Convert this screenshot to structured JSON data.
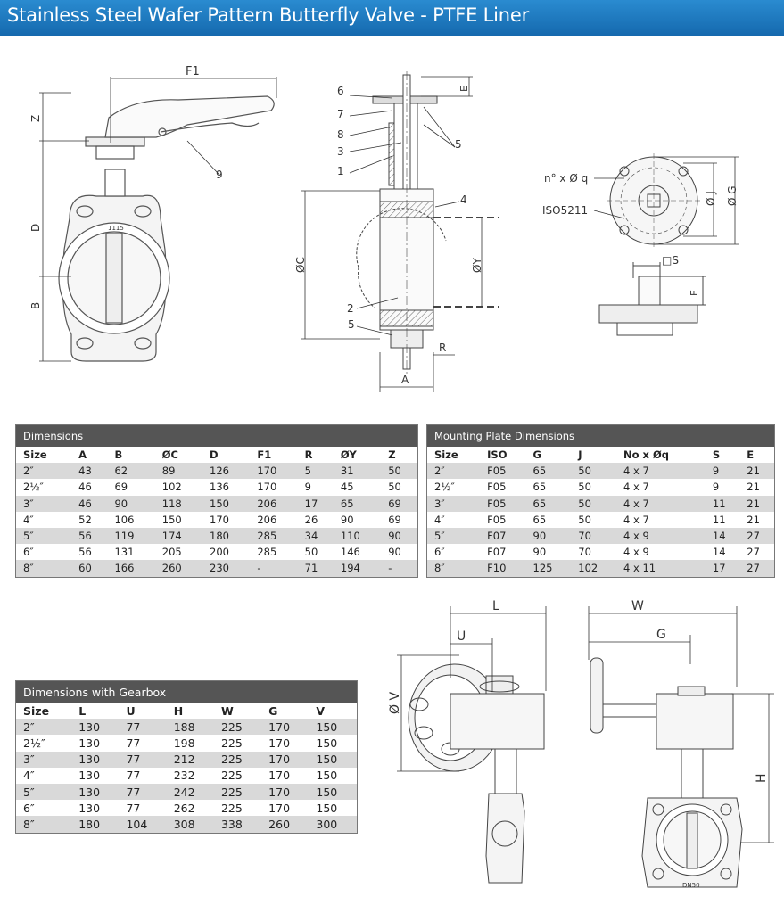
{
  "title": "Stainless Steel Wafer Pattern Butterfly Valve - PTFE Liner",
  "drawing_labels": {
    "f1": "F1",
    "z": "Z",
    "d": "D",
    "b": "B",
    "nine": "9",
    "six": "6",
    "seven": "7",
    "eight": "8",
    "three": "3",
    "one": "1",
    "five_top": "5",
    "four": "4",
    "oc": "ØC",
    "oy": "ØY",
    "two": "2",
    "five_bottom": "5",
    "r": "R",
    "a": "A",
    "e_top": "E",
    "nq": "n° x Ø q",
    "iso": "ISO5211",
    "oj": "Ø J",
    "og": "Ø G",
    "s": "□S",
    "e_mid": "E",
    "l": "L",
    "u": "U",
    "ov": "Ø V",
    "w": "W",
    "g": "G",
    "h": "H",
    "marking": "1115",
    "dn": "DN50"
  },
  "dimensions": {
    "caption": "Dimensions",
    "headers": [
      "Size",
      "A",
      "B",
      "ØC",
      "D",
      "F1",
      "R",
      "ØY",
      "Z"
    ],
    "rows": [
      [
        "2″",
        "43",
        "62",
        "89",
        "126",
        "170",
        "5",
        "31",
        "50"
      ],
      [
        "2½″",
        "46",
        "69",
        "102",
        "136",
        "170",
        "9",
        "45",
        "50"
      ],
      [
        "3″",
        "46",
        "90",
        "118",
        "150",
        "206",
        "17",
        "65",
        "69"
      ],
      [
        "4″",
        "52",
        "106",
        "150",
        "170",
        "206",
        "26",
        "90",
        "69"
      ],
      [
        "5″",
        "56",
        "119",
        "174",
        "180",
        "285",
        "34",
        "110",
        "90"
      ],
      [
        "6″",
        "56",
        "131",
        "205",
        "200",
        "285",
        "50",
        "146",
        "90"
      ],
      [
        "8″",
        "60",
        "166",
        "260",
        "230",
        "-",
        "71",
        "194",
        "-"
      ]
    ]
  },
  "mounting": {
    "caption": "Mounting Plate Dimensions",
    "headers": [
      "Size",
      "ISO",
      "G",
      "J",
      "No x Øq",
      "S",
      "E"
    ],
    "rows": [
      [
        "2″",
        "F05",
        "65",
        "50",
        "4 x 7",
        "9",
        "21"
      ],
      [
        "2½″",
        "F05",
        "65",
        "50",
        "4 x 7",
        "9",
        "21"
      ],
      [
        "3″",
        "F05",
        "65",
        "50",
        "4 x 7",
        "11",
        "21"
      ],
      [
        "4″",
        "F05",
        "65",
        "50",
        "4 x 7",
        "11",
        "21"
      ],
      [
        "5″",
        "F07",
        "90",
        "70",
        "4 x 9",
        "14",
        "27"
      ],
      [
        "6″",
        "F07",
        "90",
        "70",
        "4 x 9",
        "14",
        "27"
      ],
      [
        "8″",
        "F10",
        "125",
        "102",
        "4 x 11",
        "17",
        "27"
      ]
    ]
  },
  "gearbox": {
    "caption": "Dimensions with Gearbox",
    "headers": [
      "Size",
      "L",
      "U",
      "H",
      "W",
      "G",
      "V"
    ],
    "rows": [
      [
        "2″",
        "130",
        "77",
        "188",
        "225",
        "170",
        "150"
      ],
      [
        "2½″",
        "130",
        "77",
        "198",
        "225",
        "170",
        "150"
      ],
      [
        "3″",
        "130",
        "77",
        "212",
        "225",
        "170",
        "150"
      ],
      [
        "4″",
        "130",
        "77",
        "232",
        "225",
        "170",
        "150"
      ],
      [
        "5″",
        "130",
        "77",
        "242",
        "225",
        "170",
        "150"
      ],
      [
        "6″",
        "130",
        "77",
        "262",
        "225",
        "170",
        "150"
      ],
      [
        "8″",
        "180",
        "104",
        "308",
        "338",
        "260",
        "300"
      ]
    ]
  }
}
